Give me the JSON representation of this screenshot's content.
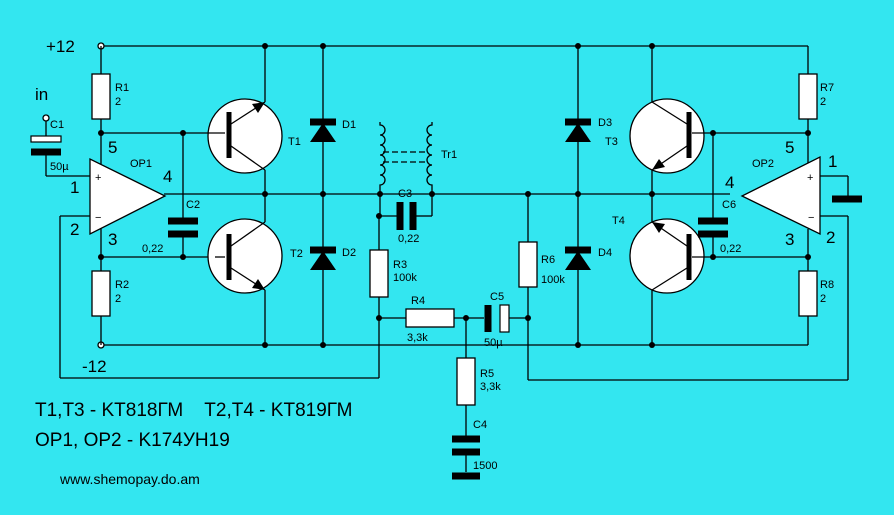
{
  "rails": {
    "pos": "+12",
    "neg": "-12",
    "input": "in"
  },
  "opamps": {
    "op1": "OP1",
    "op2": "OP2"
  },
  "transistors": {
    "t1": "T1",
    "t2": "T2",
    "t3": "T3",
    "t4": "T4"
  },
  "diodes": {
    "d1": "D1",
    "d2": "D2",
    "d3": "D3",
    "d4": "D4"
  },
  "transformer": "Tr1",
  "resistors": {
    "r1": {
      "name": "R1",
      "value": "2"
    },
    "r2": {
      "name": "R2",
      "value": "2"
    },
    "r3": {
      "name": "R3",
      "value": "100k"
    },
    "r4": {
      "name": "R4",
      "value": "3,3k"
    },
    "r5": {
      "name": "R5",
      "value": "3,3k"
    },
    "r6": {
      "name": "R6",
      "value": "100k"
    },
    "r7": {
      "name": "R7",
      "value": "2"
    },
    "r8": {
      "name": "R8",
      "value": "2"
    }
  },
  "capacitors": {
    "c1": {
      "name": "C1",
      "value": "50µ"
    },
    "c2": {
      "name": "C2",
      "value": "0,22"
    },
    "c3": {
      "name": "C3",
      "value": "0,22"
    },
    "c4": {
      "name": "C4",
      "value": "1500"
    },
    "c5": {
      "name": "C5",
      "value": "50µ"
    },
    "c6": {
      "name": "C6",
      "value": "0,22"
    }
  },
  "pins": {
    "op1": {
      "in_plus": "1",
      "in_minus": "2",
      "p3": "3",
      "out": "4",
      "p5": "5"
    },
    "op2": {
      "in_plus": "1",
      "in_minus": "2",
      "p3": "3",
      "out": "4",
      "p5": "5"
    }
  },
  "notes": {
    "line1": "T1,T3 - KT818ГМ    T2,T4 - KT819ГМ",
    "line2": "OP1, OP2 - K174УН19",
    "url": "www.shemopay.do.am"
  }
}
